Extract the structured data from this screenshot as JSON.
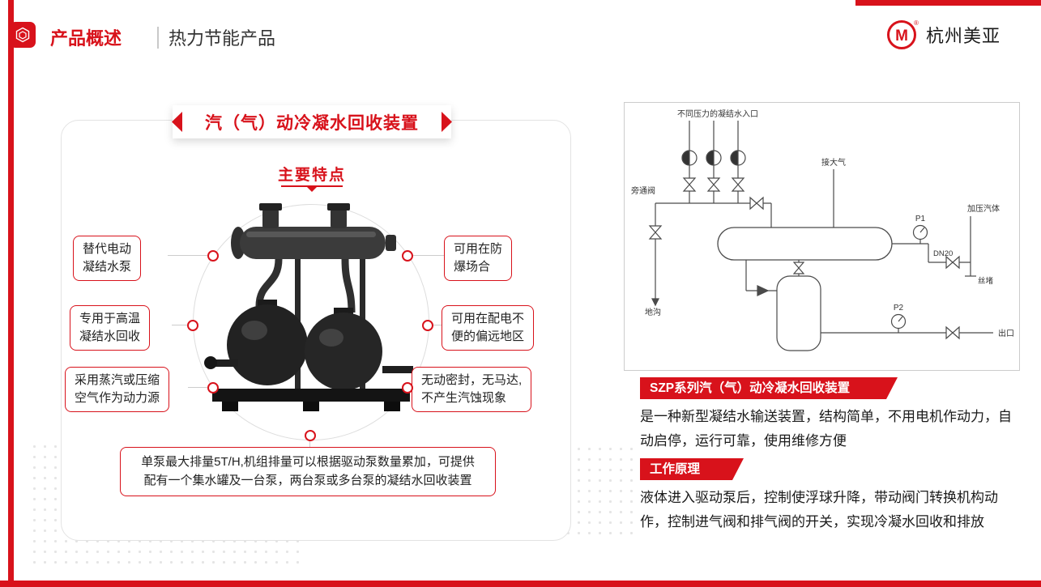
{
  "page": {
    "accent_color": "#d8121b"
  },
  "icons": {
    "header_badge": "hexagon-package-icon",
    "brand_logo": "meiya-m-circle-icon"
  },
  "header": {
    "title": "产品概述",
    "subtitle": "热力节能产品",
    "brand": "杭州美亚",
    "brand_mark": "M",
    "registered": "®"
  },
  "device_card": {
    "banner": "汽（气）动冷凝水回收装置",
    "features_title": "主要特点",
    "features_left": [
      {
        "text": "替代电动\n凝结水泵"
      },
      {
        "text": "专用于高温\n凝结水回收"
      },
      {
        "text": "采用蒸汽或压缩\n空气作为动力源"
      }
    ],
    "features_right": [
      {
        "text": "可用在防\n爆场合"
      },
      {
        "text": "可用在配电不\n便的偏远地区"
      },
      {
        "text": "无动密封，无马达,\n不产生汽蚀现象"
      }
    ],
    "capacity_note": "单泵最大排量5T/H,机组排量可以根据驱动泵数量累加，可提供\n配有一个集水罐及一台泵，两台泵或多台泵的凝结水回收装置"
  },
  "diagram": {
    "labels": {
      "inlet": "不同压力的凝结水入口",
      "atmosphere": "接大气",
      "bypass_valve": "旁通阀",
      "drain": "地沟",
      "p1": "P1",
      "dn20": "DN20",
      "pressurized_gas": "加压汽体",
      "plug": "丝堵",
      "p2": "P2",
      "outlet": "出口"
    }
  },
  "sections": [
    {
      "title": "SZP系列汽（气）动冷凝水回收装置",
      "body": "是一种新型凝结水输送装置，结构简单，不用电机作动力，自动启停，运行可靠，使用维修方便"
    },
    {
      "title": "工作原理",
      "body": "液体进入驱动泵后，控制使浮球升降，带动阀门转换机构动作，控制进气阀和排气阀的开关，实现冷凝水回收和排放"
    }
  ]
}
